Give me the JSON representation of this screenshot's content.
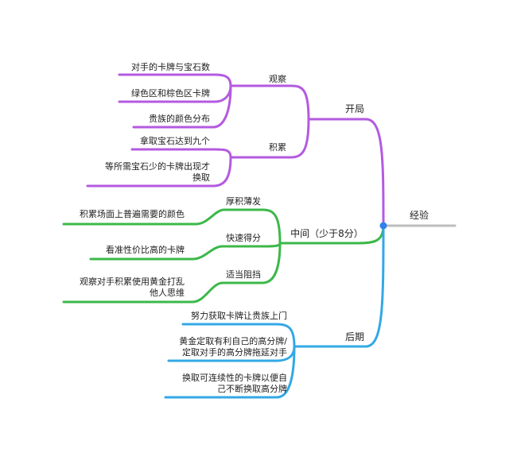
{
  "colors": {
    "root": "#bdbdbd",
    "purple": "#b45ae0",
    "green": "#3cb84a",
    "blue": "#33a8e6",
    "center_dot": "#2f80ed"
  },
  "root": {
    "label": "经验"
  },
  "branches": {
    "early": {
      "label": "开局",
      "children": {
        "observe": {
          "label": "观察",
          "leaves": [
            "对手的卡牌与宝石数",
            "绿色区和棕色区卡牌",
            "贵族的颜色分布"
          ]
        },
        "accumulate": {
          "label": "积累",
          "leaves": [
            "拿取宝石达到九个",
            "等所需宝石少的卡牌出现才",
            "换取"
          ]
        }
      }
    },
    "mid": {
      "label": "中间（少于8分）",
      "children": {
        "build": {
          "label": "厚积薄发",
          "leaves": [
            "积累场面上普遍需要的颜色"
          ]
        },
        "score": {
          "label": "快速得分",
          "leaves": [
            "看准性价比高的卡牌"
          ]
        },
        "block": {
          "label": "适当阻挡",
          "leaves": [
            "观察对手积累使用黄金打乱",
            "他人思维"
          ]
        }
      }
    },
    "late": {
      "label": "后期",
      "leaves": [
        "努力获取卡牌让贵族上门",
        "黄金定取有利自己的高分牌/",
        "定取对手的高分牌拖延对手",
        "换取可连续性的卡牌以便自",
        "己不断换取高分牌"
      ]
    }
  }
}
